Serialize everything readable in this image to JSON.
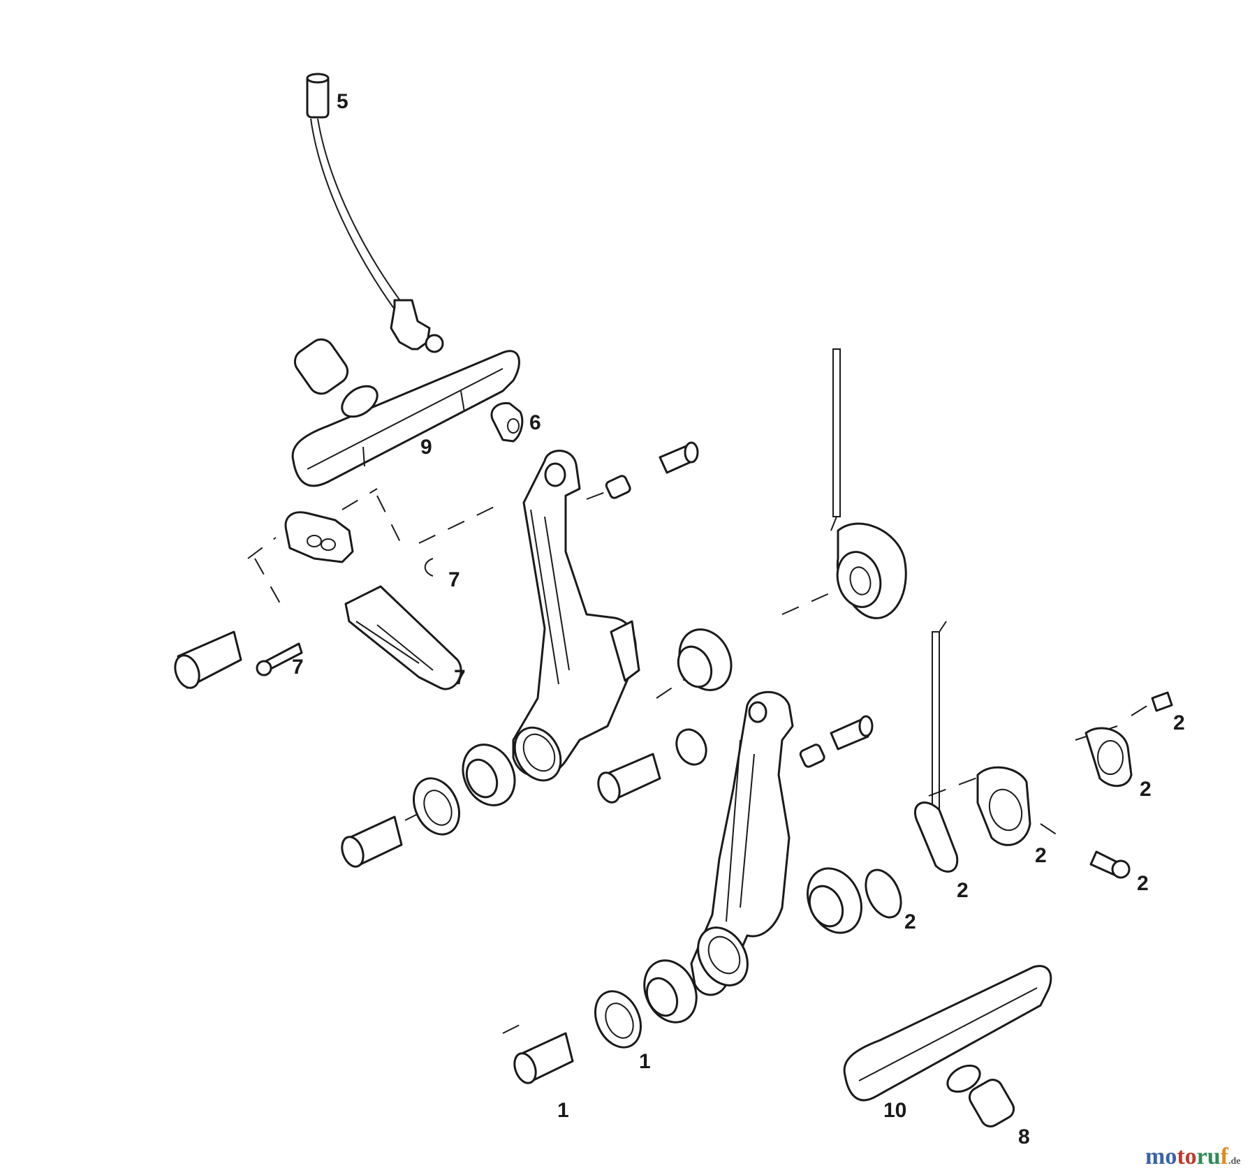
{
  "diagram": {
    "callouts": [
      "5",
      "6",
      "9",
      "7",
      "7",
      "7",
      "2",
      "2",
      "2",
      "2",
      "2",
      "2",
      "1",
      "1",
      "10",
      "8"
    ]
  },
  "watermark": {
    "part1": "mo",
    "part2": "to",
    "part3": "ru",
    "part4": "f",
    "suffix": ".de",
    "colors": [
      "#3a63a8",
      "#c0392b",
      "#2e8b57",
      "#e08a1e"
    ]
  }
}
